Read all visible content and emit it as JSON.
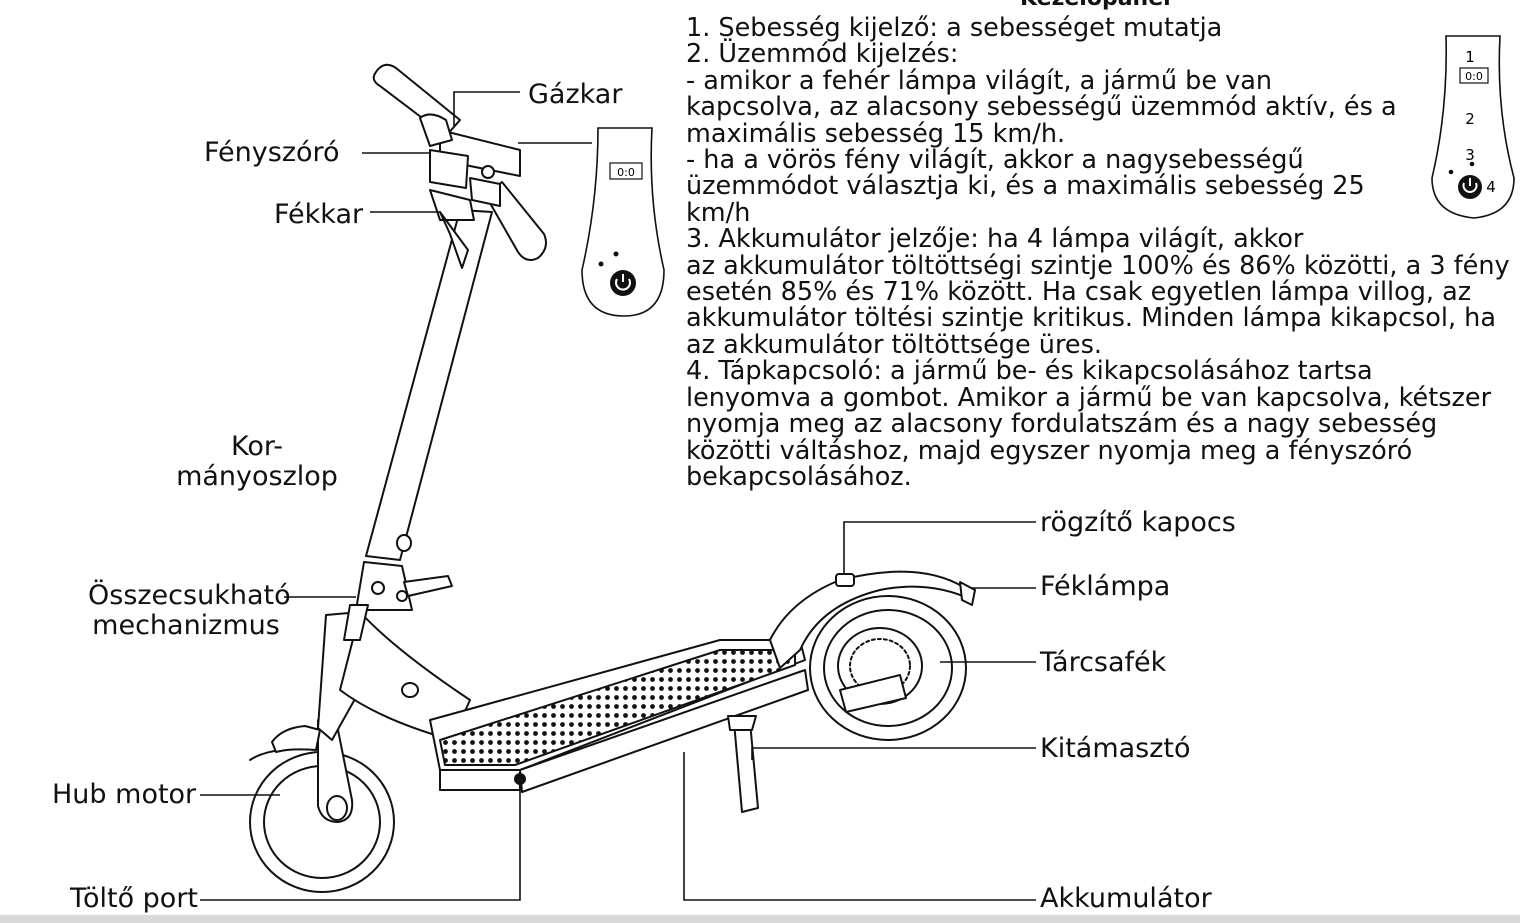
{
  "panel": {
    "title": "Kezelőpanel",
    "lines": [
      "1. Sebesség kijelző: a sebességet mutatja",
      "2. Üzemmód kijelzés:",
      "- amikor a fehér lámpa világít, a jármű be van",
      "kapcsolva, az alacsony sebességű üzemmód aktív, és a",
      "maximális sebesség 15 km/h.",
      "- ha a vörös fény világít, akkor a nagysebességű",
      "üzemmódot választja ki, és a maximális sebesség 25",
      "km/h",
      "3. Akkumulátor jelzője: ha 4 lámpa világít, akkor",
      "az akkumulátor töltöttségi szintje 100% és 86% közötti, a 3 fény",
      "esetén 85% és 71% között. Ha csak egyetlen lámpa villog, az",
      "akkumulátor töltési szintje kritikus. Minden lámpa kikapcsol, ha",
      "az akkumulátor töltöttsége üres.",
      "4. Tápkapcsoló: a jármű be- és kikapcsolásához tartsa",
      "lenyomva a gombot. Amikor a jármű be van kapcsolva, kétszer",
      "nyomja meg az alacsony fordulatszám és a nagy sebesség",
      "közötti váltáshoz, majd egyszer nyomja meg a fényszóró",
      "bekapcsolásához."
    ]
  },
  "display": {
    "readout": "0:0"
  },
  "legend_panel": {
    "n1": "1",
    "readout": "0:0",
    "n2": "2",
    "n3": "3",
    "n4": "4"
  },
  "labels": {
    "throttle": "Gázkar",
    "headlight": "Fényszóró",
    "brake_lever": "Fékkar",
    "stem_line1": "Kor-",
    "stem_line2": "mányoszlop",
    "folding_line1": "Összecsukható",
    "folding_line2": "mechanizmus",
    "hub_motor": "Hub motor",
    "charging_port": "Töltő port",
    "clip": "rögzítő kapocs",
    "brake_light": "Féklámpa",
    "disc_brake": "Tárcsafék",
    "kickstand": "Kitámasztó",
    "battery": "Akkumulátor"
  }
}
